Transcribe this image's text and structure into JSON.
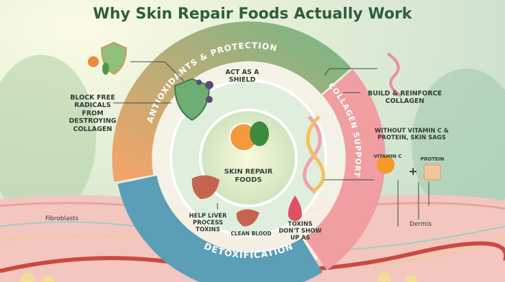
{
  "title": "Why Skin Repair Foods Actually Work",
  "center": {
    "line1": "SKIN REPAIR",
    "line2": "FOODS"
  },
  "segments": {
    "antioxidants": {
      "label": "ANTIOXIDANTS & PROTECTION",
      "color": "#f0a66a",
      "color2": "#7fb585"
    },
    "collagen": {
      "label": "COLLAGEN SUPPORT",
      "color": "#ef9aa0"
    },
    "detox": {
      "label": "DETOXIFICATION",
      "color": "#4f96b4"
    }
  },
  "callouts": {
    "act_shield": "ACT AS A SHIELD",
    "block_free": "BLOCK FREE RADICALS FROM DESTROYING COLLAGEN",
    "build_collagen": "BUILD & REINFORCE COLLAGEN",
    "without_vitc": "WITHOUT VITAMIN C & PROTEIN, SKIN SAGS",
    "vitamin_c": "VITAMIN C",
    "plus": "+",
    "protein": "PROTEIN",
    "help_liver": "HELP LIVER PROCESS TOXINS",
    "clean_blood": "CLEAN BLOOD",
    "toxins": "TOXINS DON'T SHOW UP AS",
    "fibroblasts": "Fibroblasts",
    "dermis": "Dermis"
  },
  "icons": [
    "shield-icon",
    "free-radical-icon",
    "dna-icon",
    "orange-icon",
    "spinach-leaf-icon",
    "liver-icon",
    "blood-drop-icon",
    "protein-cube-icon",
    "sparkle-icon"
  ]
}
